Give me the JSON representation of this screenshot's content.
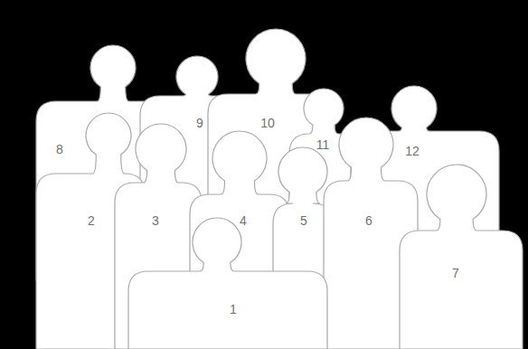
{
  "diagram": {
    "labels": [
      "1",
      "2",
      "3",
      "4",
      "5",
      "6",
      "7",
      "8",
      "9",
      "10",
      "11",
      "12"
    ]
  }
}
